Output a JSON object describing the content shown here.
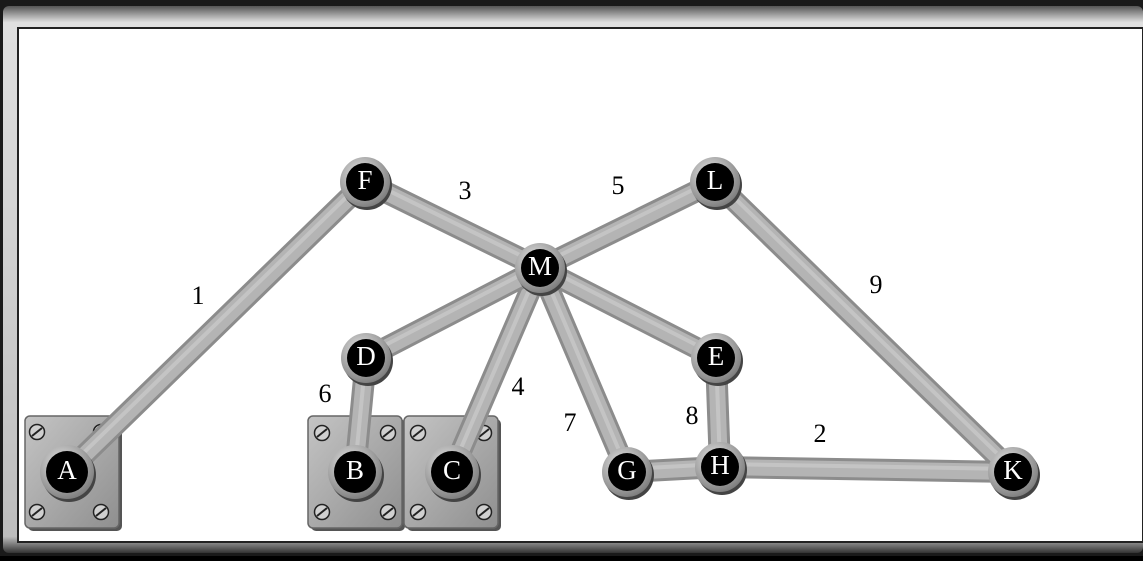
{
  "colors": {
    "frame_dark": "#3a3a3a",
    "frame_light": "#c8c8c8",
    "panel": "#ffffff",
    "beam": "#b4b4b4",
    "beam_edge": "#8c8c8c",
    "plate": "#a9a9a9",
    "node_fill": "#000000",
    "node_ring": "#9a9a9a",
    "node_label": "#ffffff",
    "edge_label": "#000000"
  },
  "nodes": [
    {
      "id": "A",
      "label": "A",
      "anchored": true
    },
    {
      "id": "B",
      "label": "B",
      "anchored": true
    },
    {
      "id": "C",
      "label": "C",
      "anchored": true
    },
    {
      "id": "D",
      "label": "D",
      "anchored": false
    },
    {
      "id": "E",
      "label": "E",
      "anchored": false
    },
    {
      "id": "F",
      "label": "F",
      "anchored": false
    },
    {
      "id": "G",
      "label": "G",
      "anchored": false
    },
    {
      "id": "H",
      "label": "H",
      "anchored": false
    },
    {
      "id": "K",
      "label": "K",
      "anchored": false
    },
    {
      "id": "L",
      "label": "L",
      "anchored": false
    },
    {
      "id": "M",
      "label": "M",
      "anchored": false
    }
  ],
  "edges": [
    {
      "id": "e1",
      "from": "A",
      "to": "F",
      "label": "1"
    },
    {
      "id": "e2",
      "from": "H",
      "to": "K",
      "label": "2"
    },
    {
      "id": "e3",
      "from": "F",
      "to": "M",
      "label": "3"
    },
    {
      "id": "e4",
      "from": "C",
      "to": "M",
      "label": "4"
    },
    {
      "id": "e5",
      "from": "M",
      "to": "L",
      "label": "5"
    },
    {
      "id": "e6",
      "from": "D",
      "to": "B",
      "label": "6"
    },
    {
      "id": "e7",
      "from": "M",
      "to": "G",
      "label": "7"
    },
    {
      "id": "e8",
      "from": "E",
      "to": "H",
      "label": "8"
    },
    {
      "id": "e9",
      "from": "L",
      "to": "K",
      "label": "9"
    },
    {
      "id": "e10",
      "from": "M",
      "to": "D",
      "label": ""
    },
    {
      "id": "e11",
      "from": "M",
      "to": "E",
      "label": ""
    },
    {
      "id": "e12",
      "from": "G",
      "to": "H",
      "label": ""
    }
  ]
}
